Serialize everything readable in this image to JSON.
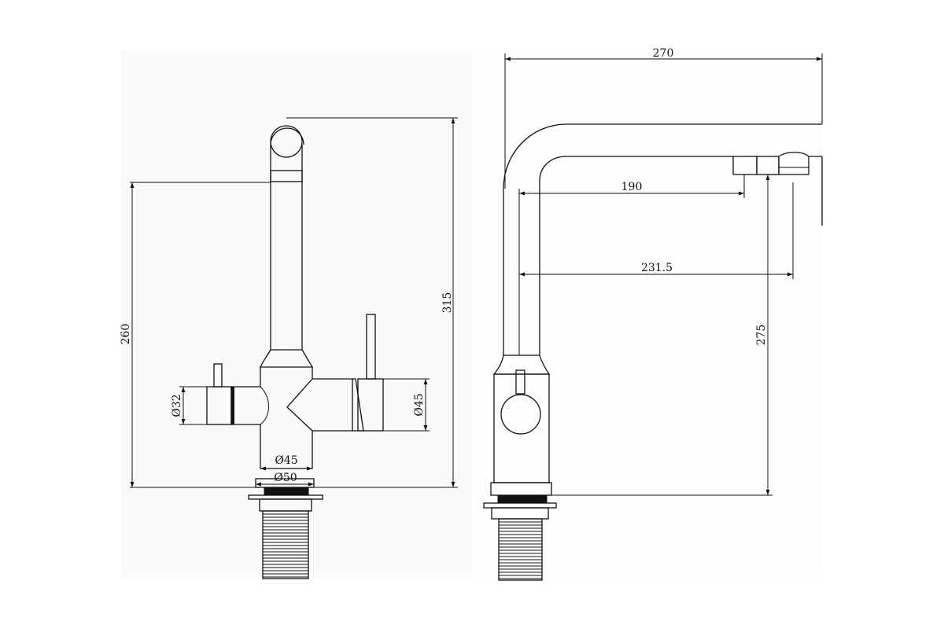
{
  "drawing": {
    "front_view": {
      "height_total": "315",
      "height_handle": "260",
      "dia_left": "Ø32",
      "dia_right": "Ø45",
      "dia_body": "Ø45",
      "dia_base": "Ø50"
    },
    "side_view": {
      "reach_total": "270",
      "reach_spout_1": "190",
      "reach_spout_2": "231.5",
      "spout_height": "275"
    }
  },
  "colors": {
    "line": "#111111",
    "background": "#ffffff"
  }
}
